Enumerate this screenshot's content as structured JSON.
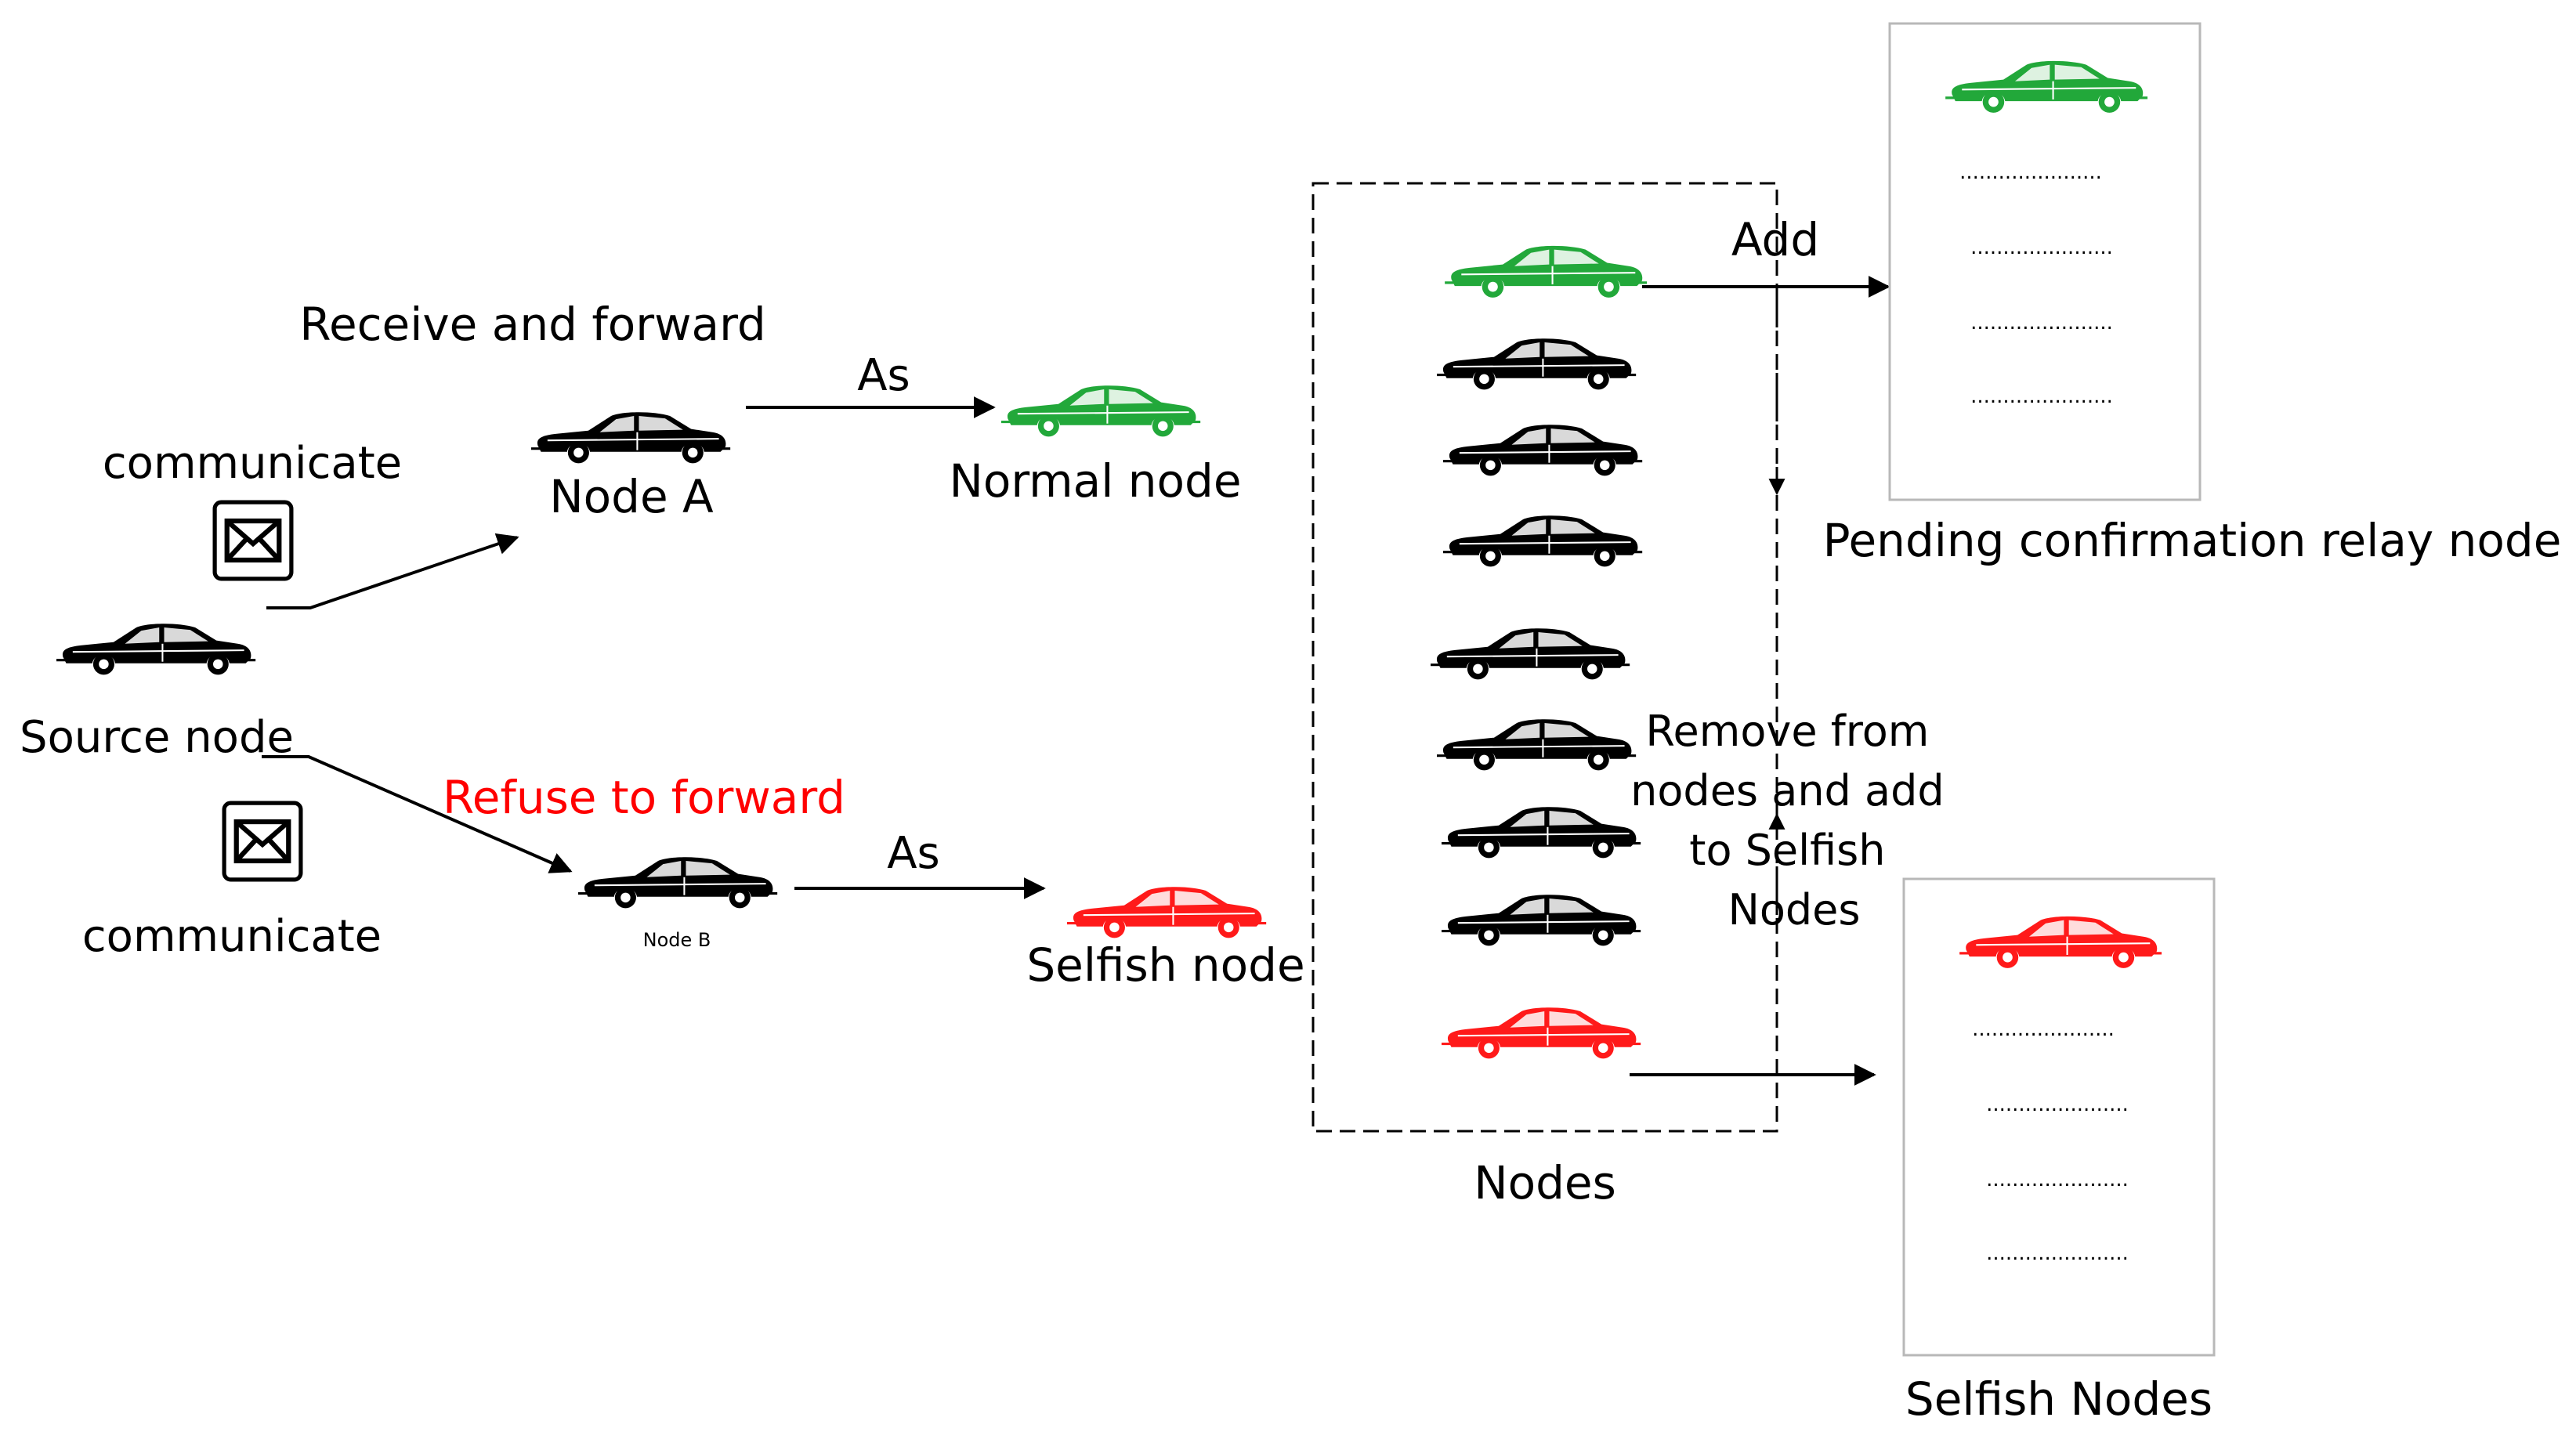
{
  "labels": {
    "receive_and_forward": "Receive and forward",
    "communicate_top": "communicate",
    "communicate_bottom": "communicate",
    "node_a": "Node A",
    "node_b": "Node B",
    "as_top": "As",
    "as_bottom": "As",
    "normal_node": "Normal node",
    "selfish_node": "Selfish node",
    "source_node": "Source node",
    "refuse_to_forward": "Refuse to forward",
    "add": "Add",
    "remove_line1": "Remove from",
    "remove_line2": "nodes and add",
    "remove_line3": "to Selfish",
    "remove_line4": "Nodes",
    "nodes_caption": "Nodes",
    "pending_caption": "Pending confirmation relay node",
    "selfish_caption": "Selfish Nodes",
    "dots": "......................"
  },
  "colors": {
    "normal": "#22a83a",
    "selfish": "#ff1a1a",
    "default": "#000000",
    "refuse_text": "#ff0000"
  },
  "icons": {
    "car": "car-icon",
    "envelope": "envelope-icon"
  }
}
